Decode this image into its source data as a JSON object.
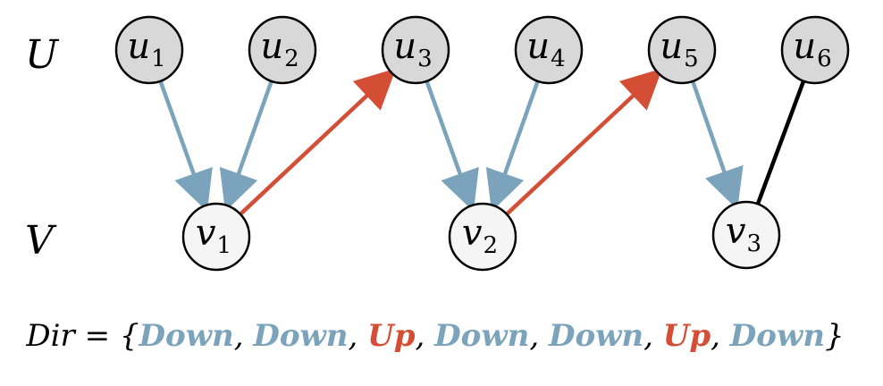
{
  "colors": {
    "down": "#7ba4bc",
    "up": "#d44e36",
    "plain": "#000000",
    "u_fill": "#d8d8d8",
    "v_fill": "#f5f5f5"
  },
  "sets": [
    {
      "id": "U",
      "label": "U"
    },
    {
      "id": "V",
      "label": "V"
    }
  ],
  "nodes": [
    {
      "id": "u1",
      "set": "U",
      "base": "u",
      "sub": "1"
    },
    {
      "id": "u2",
      "set": "U",
      "base": "u",
      "sub": "2"
    },
    {
      "id": "u3",
      "set": "U",
      "base": "u",
      "sub": "3"
    },
    {
      "id": "u4",
      "set": "U",
      "base": "u",
      "sub": "4"
    },
    {
      "id": "u5",
      "set": "U",
      "base": "u",
      "sub": "5"
    },
    {
      "id": "u6",
      "set": "U",
      "base": "u",
      "sub": "6"
    },
    {
      "id": "v1",
      "set": "V",
      "base": "v",
      "sub": "1"
    },
    {
      "id": "v2",
      "set": "V",
      "base": "v",
      "sub": "2"
    },
    {
      "id": "v3",
      "set": "V",
      "base": "v",
      "sub": "3"
    }
  ],
  "edges": [
    {
      "from": "u1",
      "to": "v1",
      "kind": "down"
    },
    {
      "from": "u2",
      "to": "v1",
      "kind": "down"
    },
    {
      "from": "v1",
      "to": "u3",
      "kind": "up"
    },
    {
      "from": "u3",
      "to": "v2",
      "kind": "down"
    },
    {
      "from": "u4",
      "to": "v2",
      "kind": "down"
    },
    {
      "from": "v2",
      "to": "u5",
      "kind": "up"
    },
    {
      "from": "u5",
      "to": "v3",
      "kind": "down"
    },
    {
      "from": "u6",
      "to": "v3",
      "kind": "plain"
    }
  ],
  "dir": {
    "prefix": "Dir",
    "equals": " = ",
    "open": "{",
    "close": "}",
    "separator": ", ",
    "items": [
      {
        "text": "Down",
        "kind": "down"
      },
      {
        "text": "Down",
        "kind": "down"
      },
      {
        "text": "Up",
        "kind": "up"
      },
      {
        "text": "Down",
        "kind": "down"
      },
      {
        "text": "Down",
        "kind": "down"
      },
      {
        "text": "Up",
        "kind": "up"
      },
      {
        "text": "Down",
        "kind": "down"
      }
    ]
  }
}
